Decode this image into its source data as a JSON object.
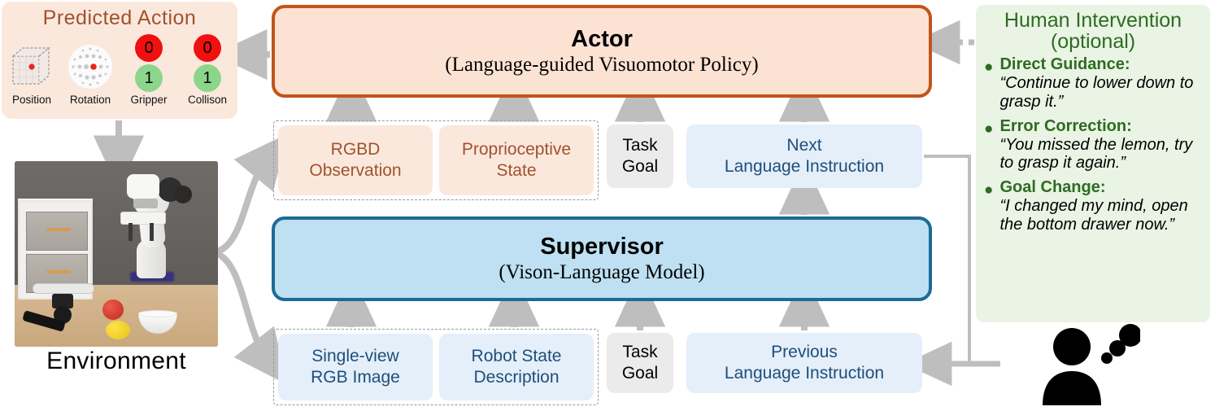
{
  "predicted_action": {
    "title": "Predicted Action",
    "items": [
      {
        "icon": "wireframe-cube-icon",
        "caption": "Position"
      },
      {
        "icon": "dot-sphere-icon",
        "caption": "Rotation"
      },
      {
        "icon": "binary-badges",
        "caption": "Gripper",
        "top_value": "0",
        "bottom_value": "1"
      },
      {
        "icon": "binary-badges",
        "caption": "Collison",
        "top_value": "0",
        "bottom_value": "1"
      }
    ],
    "badge_colors": {
      "off": "#F01010",
      "on": "#8CD68C"
    },
    "panel_color": "#FBE8DD",
    "title_color": "#A0522D"
  },
  "environment": {
    "caption": "Environment",
    "photo_alt": "Franka robot arm beside a gray fabric drawer cabinet with an apple, lemon and white bowl on a wooden table; RealSense camera on a tripod"
  },
  "actor": {
    "title": "Actor",
    "subtitle": "(Language-guided Visuomotor Policy)",
    "fill": "#FBE2D3",
    "border": "#C2541B"
  },
  "supervisor": {
    "title": "Supervisor",
    "subtitle": "(Vison-Language Model)",
    "fill": "#BEE0F2",
    "border": "#1E6A94"
  },
  "actor_inputs": [
    {
      "label": "RGBD\nObservation",
      "line1": "RGBD",
      "line2": "Observation",
      "style": "peach"
    },
    {
      "label": "Proprioceptive State",
      "line1": "Proprioceptive",
      "line2": "State",
      "style": "peach"
    },
    {
      "label": "Task Goal",
      "line1": "Task",
      "line2": "Goal",
      "style": "gray"
    },
    {
      "label": "Next Language Instruction",
      "line1": "Next",
      "line2": "Language Instruction",
      "style": "blue"
    }
  ],
  "supervisor_inputs": [
    {
      "label": "Single-view RGB Image",
      "line1": "Single-view",
      "line2": "RGB Image",
      "style": "blue"
    },
    {
      "label": "Robot State Description",
      "line1": "Robot State",
      "line2": "Description",
      "style": "blue"
    },
    {
      "label": "Task Goal",
      "line1": "Task",
      "line2": "Goal",
      "style": "gray"
    },
    {
      "label": "Previous Language Instruction",
      "line1": "Previous",
      "line2": "Language Instruction",
      "style": "blue"
    }
  ],
  "human_intervention": {
    "title_line1": "Human Intervention",
    "title_line2": "(optional)",
    "panel_color": "#E9F4E4",
    "text_color": "#2E6B22",
    "items": [
      {
        "label": "Direct Guidance:",
        "quote": "“Continue to lower down to grasp it.”"
      },
      {
        "label": "Error Correction:",
        "quote": "“You missed the lemon, try to grasp it again.”"
      },
      {
        "label": "Goal Change:",
        "quote": "“I changed my mind, open the bottom drawer now.”"
      }
    ],
    "icon": "person-thinking-icon"
  },
  "arrows": {
    "color": "#BEBEBE",
    "flows": [
      "actor-to-predicted-action",
      "human-intervention-to-actor-dotted",
      "predicted-action-to-environment",
      "environment-to-actor-inputs",
      "environment-to-supervisor-inputs",
      "actor-inputs-to-actor",
      "supervisor-inputs-to-supervisor",
      "supervisor-to-next-language-instruction",
      "next-to-previous-language-instruction-loop",
      "human-intervention-to-previous-language-instruction"
    ]
  }
}
